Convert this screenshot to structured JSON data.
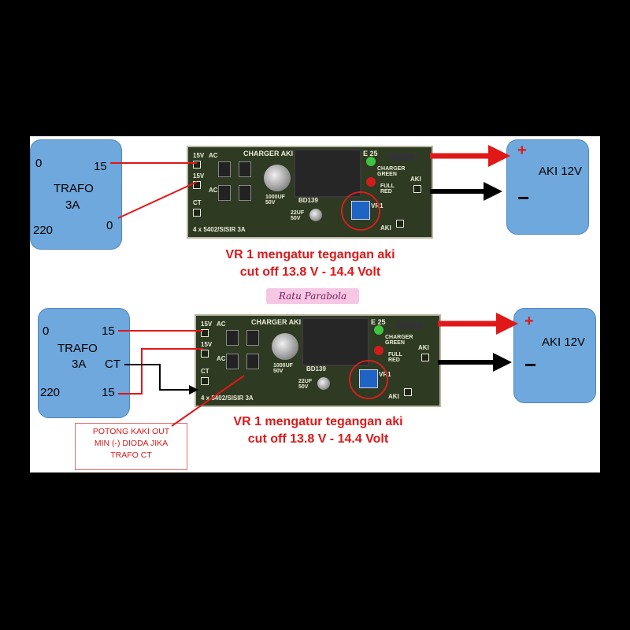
{
  "diagrams": [
    {
      "trafo": {
        "label": "TRAFO",
        "rating": "3A",
        "tap_0": "0",
        "tap_15": "15",
        "tap_220": "220",
        "tap_out_0": "0"
      },
      "pcb": {
        "title": "CHARGER AKI",
        "part_code": "E 25",
        "ac_label": "AC",
        "ac2_label": "AC",
        "tap15": "15V",
        "tap15b": "15V",
        "ct": "CT",
        "led_green": "CHARGER GREEN",
        "led_red": "FULL RED",
        "aki_plus": "AKI",
        "aki_minus": "AKI",
        "cap1": "1000UF 50V",
        "cap2": "22UF 50V",
        "transistor": "BD139",
        "vr": "VR1",
        "diodes": "4 x 5402/SISIR 3A"
      },
      "battery": {
        "label": "AKI 12V",
        "plus": "+",
        "minus": "−"
      },
      "caption": {
        "line1": "VR 1 mengatur tegangan aki",
        "line2": "cut off 13.8 V - 14.4 Volt"
      }
    },
    {
      "trafo": {
        "label": "TRAFO",
        "rating": "3A",
        "tap_0": "0",
        "tap_15": "15",
        "tap_ct": "CT",
        "tap_220": "220",
        "tap_15b": "15"
      },
      "pcb": {
        "title": "CHARGER AKI",
        "part_code": "E 25",
        "ac_label": "AC",
        "ac2_label": "AC",
        "tap15": "15V",
        "tap15b": "15V",
        "ct": "CT",
        "led_green": "CHARGER GREEN",
        "led_red": "FULL RED",
        "aki_plus": "AKI",
        "aki_minus": "AKI",
        "cap1": "1000UF 50V",
        "cap2": "22UF 50V",
        "transistor": "BD139",
        "vr": "VR1",
        "diodes": "4 x 5402/SISIR 3A"
      },
      "battery": {
        "label": "AKI 12V",
        "plus": "+",
        "minus": "−"
      },
      "caption": {
        "line1": "VR 1 mengatur tegangan aki",
        "line2": "cut off 13.8 V - 14.4 Volt"
      }
    }
  ],
  "watermark": "Ratu Parabola",
  "note": {
    "line1": "POTONG KAKI OUT",
    "line2": "MIN (-) DIODA JIKA",
    "line3": "TRAFO CT"
  },
  "colors": {
    "box_blue": "#6fa8dc",
    "wire_red": "#e01818",
    "wire_black": "#000000",
    "pcb_green": "#2f3a23",
    "caption_red": "#e01818"
  }
}
